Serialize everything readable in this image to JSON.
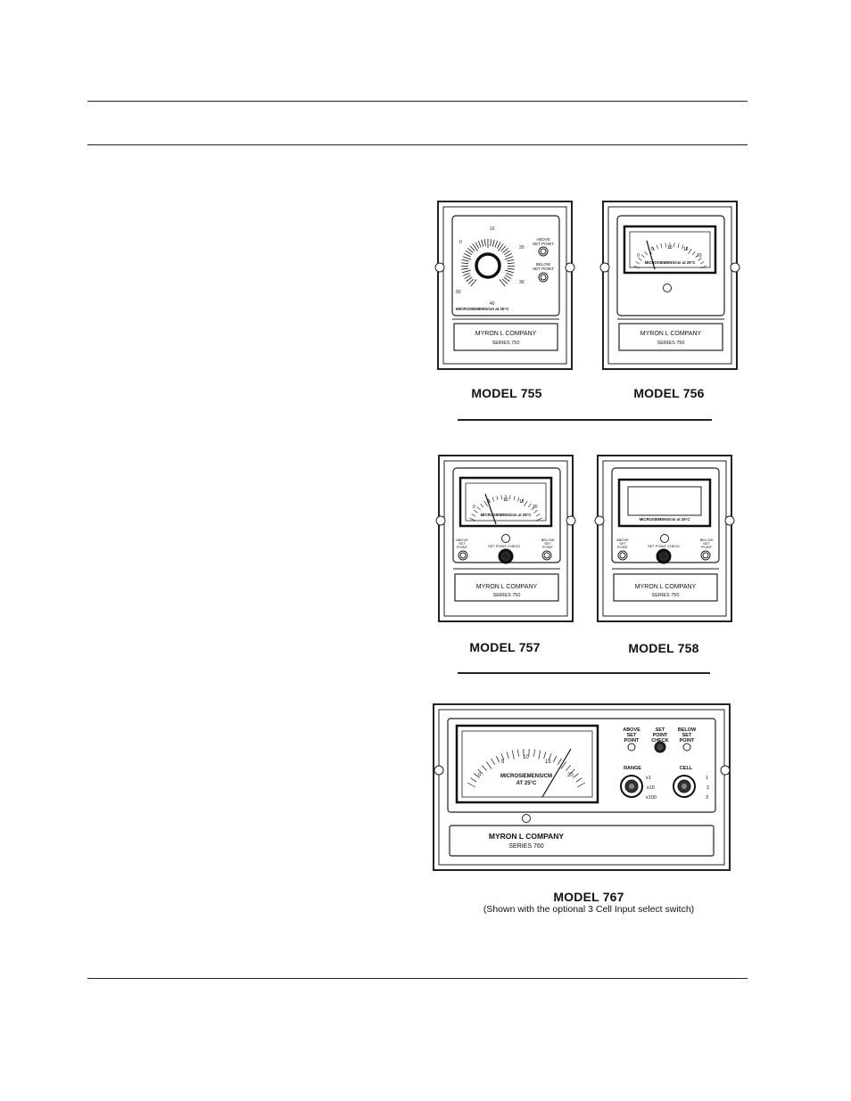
{
  "instruments": {
    "m755": {
      "caption": "MODEL 755",
      "dial_scale": [
        "0",
        "10",
        "20",
        "30",
        "40",
        "50"
      ],
      "units": "MICROSIEMENS/cm at 25°C",
      "above_label": [
        "ABOVE",
        "SET POINT"
      ],
      "below_label": [
        "BELOW",
        "SET POINT"
      ],
      "company": "MYRON L COMPANY",
      "series": "SERIES 750"
    },
    "m756": {
      "caption": "MODEL 756",
      "meter_scale": [
        "0",
        "5",
        "10",
        "15",
        "20"
      ],
      "units": "MICROSIEMENS/cm at 25°C",
      "company": "MYRON L COMPANY",
      "series": "SERIES 750"
    },
    "m757": {
      "caption": "MODEL 757",
      "meter_scale": [
        "0",
        "5",
        "10",
        "15",
        "20"
      ],
      "units": "MICROSIEMENS/cm at 25°C",
      "above_label": [
        "ABOVE",
        "SET",
        "POINT"
      ],
      "check_label": "SET POINT CHECK",
      "below_label": [
        "BELOW",
        "SET",
        "POINT"
      ],
      "company": "MYRON L COMPANY",
      "series": "SERIES 750"
    },
    "m758": {
      "caption": "MODEL 758",
      "units": "MICROSIEMENS/cm at 25°C",
      "above_label": [
        "ABOVE",
        "SET",
        "POINT"
      ],
      "check_label": "SET POINT CHECK",
      "below_label": [
        "BELOW",
        "SET",
        "POINT"
      ],
      "company": "MYRON L COMPANY",
      "series": "SERIES 750"
    },
    "m767": {
      "caption": "MODEL 767",
      "subcaption": "(Shown with the optional 3 Cell Input select switch)",
      "meter_scale": [
        "0",
        "5",
        "10",
        "15",
        "20"
      ],
      "units_line1": "MICROSIEMENS/CM",
      "units_line2": "AT 25°C",
      "above_label": [
        "ABOVE",
        "SET",
        "POINT"
      ],
      "check_label": [
        "SET",
        "POINT",
        "CHECK"
      ],
      "below_label": [
        "BELOW",
        "SET",
        "POINT"
      ],
      "range_label": "RANGE",
      "range_options": [
        "x1",
        "x10",
        "x100"
      ],
      "cell_label": "CELL",
      "cell_options": [
        "1",
        "2",
        "3"
      ],
      "company": "MYRON L COMPANY",
      "series": "SERIES 760"
    }
  }
}
